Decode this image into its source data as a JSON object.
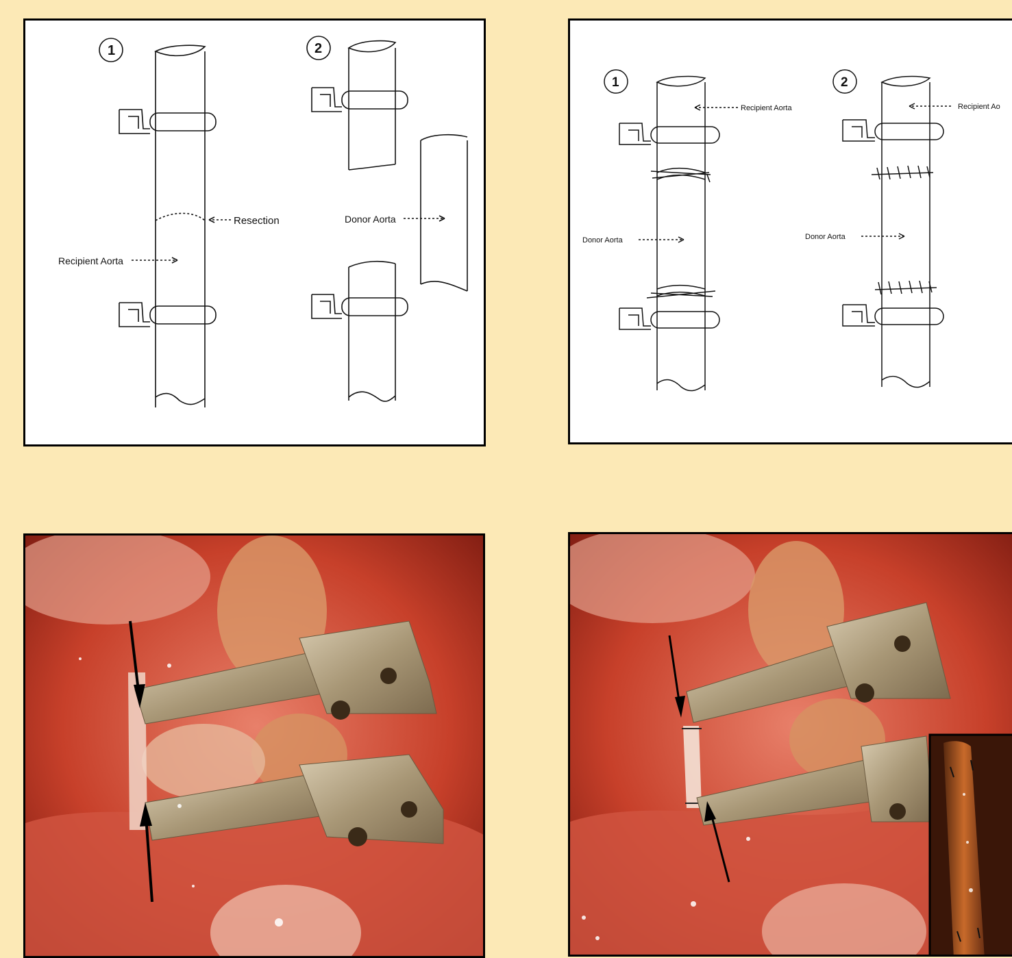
{
  "panel1": {
    "step1": "1",
    "step2": "2",
    "resection_label": "Resection",
    "recipient_label": "Recipient Aorta",
    "donor_label": "Donor Aorta"
  },
  "panel2": {
    "step1": "1",
    "step2": "2",
    "recipient_label_1": "Recipient Aorta",
    "recipient_label_2": "Recipient Ao",
    "donor_label_1": "Donor Aorta",
    "donor_label_2": "Donor Aorta"
  },
  "colors": {
    "background": "#FCE9B6",
    "panel_border": "#000000",
    "tissue": "#c23a22",
    "clamp_metal": "#b9a98a"
  }
}
